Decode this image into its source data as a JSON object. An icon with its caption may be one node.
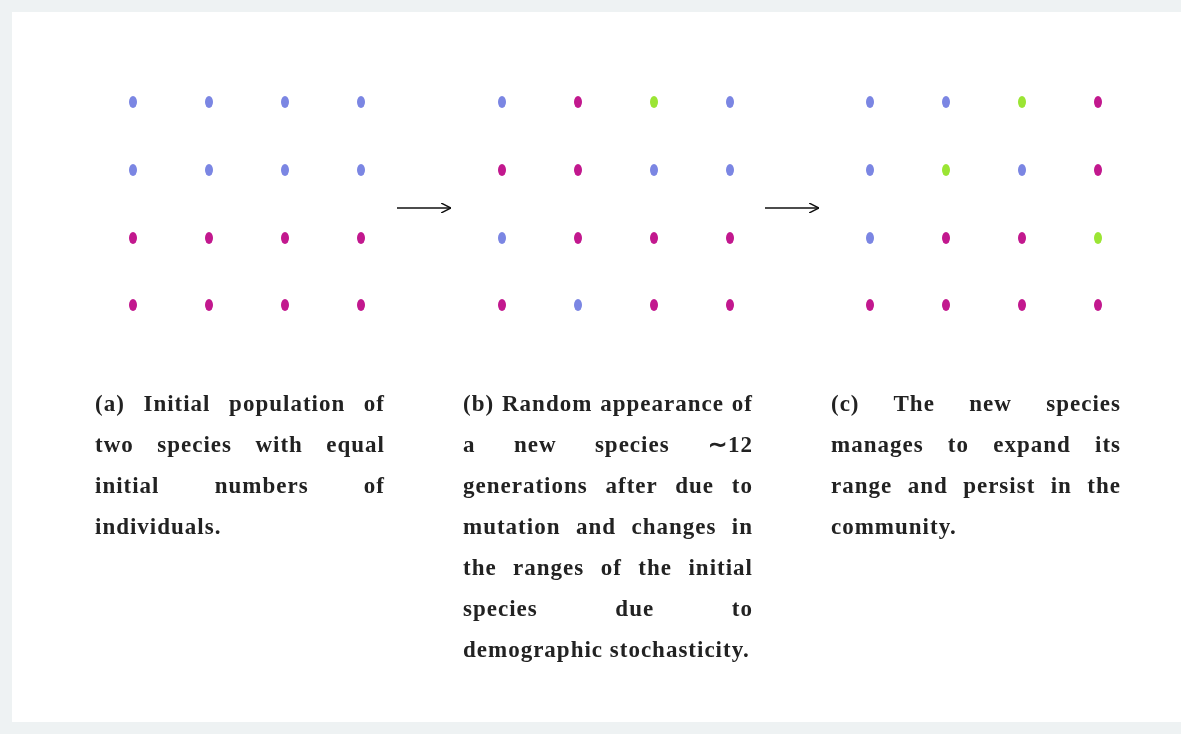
{
  "diagram": {
    "nodes": [
      {
        "text": [
          "(a) Initial population of two species with equal initial numbers of individuals."
        ]
      },
      {
        "text": [
          "(b) Random appearance of a new species ∼12 generations after due to mutation and changes in the ranges of the initial species due to demographic stochasticity."
        ]
      },
      {
        "text": [
          "(c) The new species manages to expand its range and persist in the community."
        ]
      }
    ],
    "edges": [
      {
        "from": 0,
        "to": 1,
        "arrow": "to"
      },
      {
        "from": 1,
        "to": 2,
        "arrow": "to"
      }
    ]
  }
}
